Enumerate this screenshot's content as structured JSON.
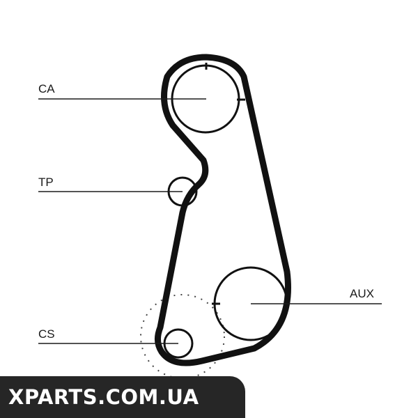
{
  "labels": {
    "ca": "CA",
    "tp": "TP",
    "aux": "AUX",
    "cs": "CS"
  },
  "watermark": {
    "text": "XPARTS.COM.UA"
  },
  "colors": {
    "belt": "#111111",
    "line": "#1a1a1a",
    "watermark_bg": "#262626",
    "watermark_text": "#ffffff"
  }
}
